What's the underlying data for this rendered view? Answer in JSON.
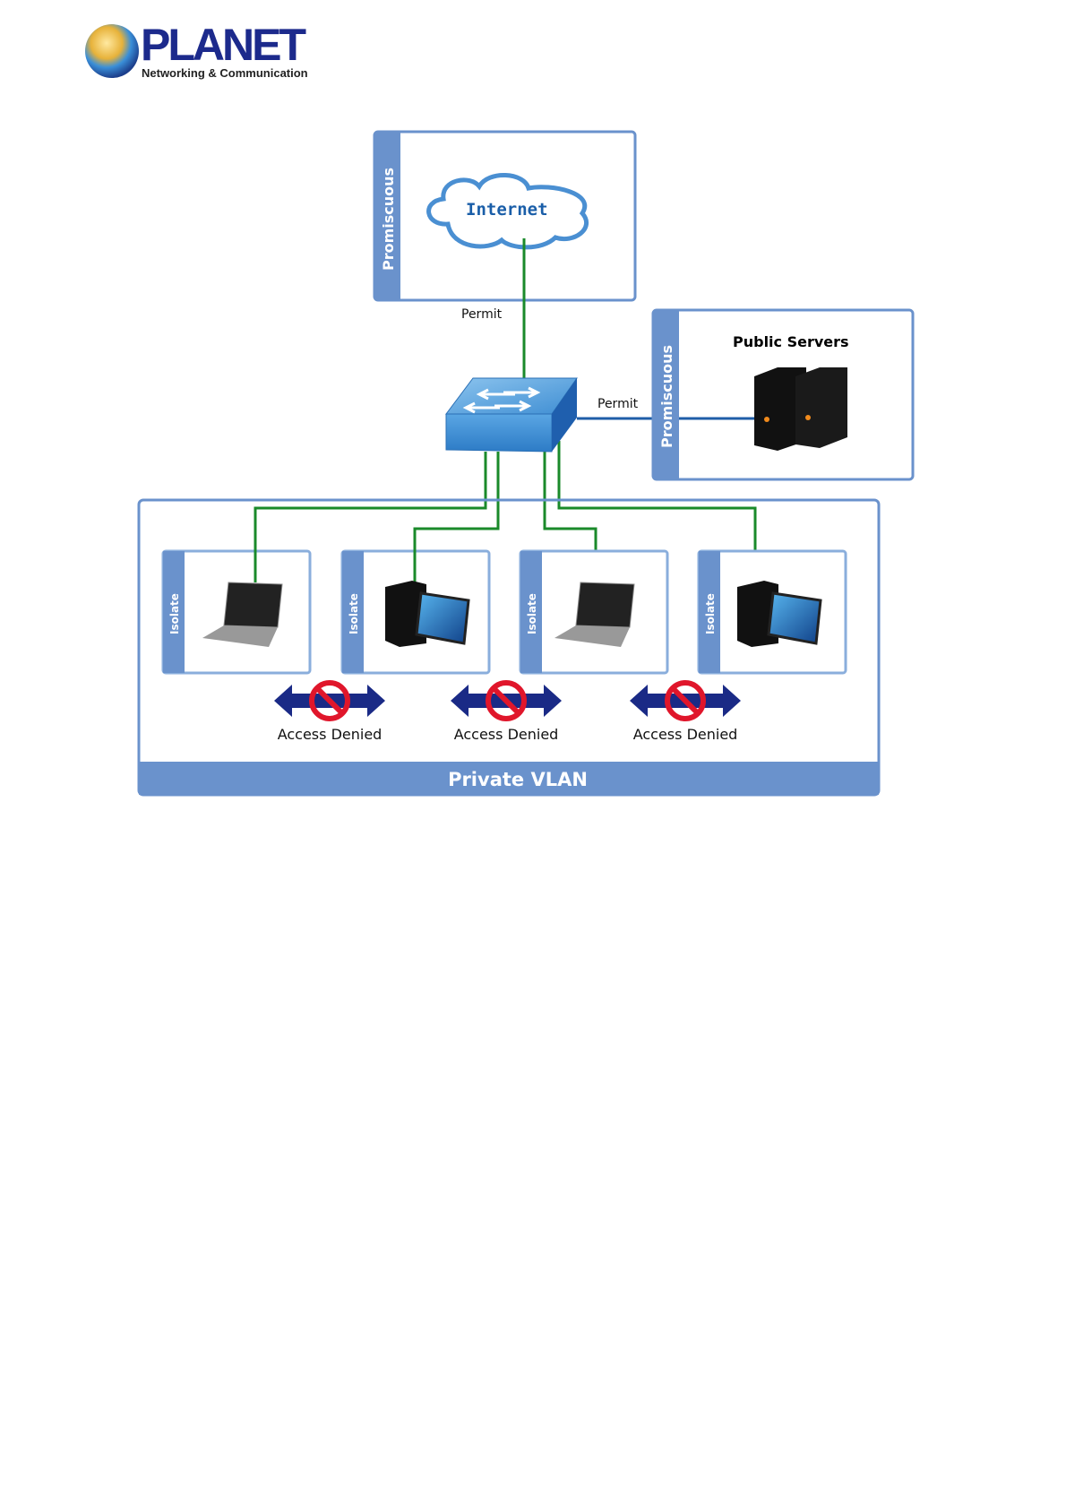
{
  "logo": {
    "brand": "PLANET",
    "tagline": "Networking & Communication"
  },
  "diagram": {
    "internet_zone": {
      "band_label": "Promiscuous",
      "cloud_label": "Internet",
      "link_label": "Permit"
    },
    "server_zone": {
      "band_label": "Promiscuous",
      "title": "Public Servers",
      "link_label": "Permit"
    },
    "private_vlan": {
      "title": "Private VLAN",
      "hosts": [
        {
          "band_label": "Isolate",
          "device": "laptop"
        },
        {
          "band_label": "Isolate",
          "device": "desktop"
        },
        {
          "band_label": "Isolate",
          "device": "laptop"
        },
        {
          "band_label": "Isolate",
          "device": "desktop"
        }
      ],
      "denials": [
        {
          "label": "Access Denied"
        },
        {
          "label": "Access Denied"
        },
        {
          "label": "Access Denied"
        }
      ]
    },
    "colors": {
      "zone_border": "#6a92cc",
      "link_green": "#1a8a2a",
      "link_blue": "#1f5ea8",
      "arrow": "#1a2a86",
      "deny": "#e0162b"
    }
  }
}
